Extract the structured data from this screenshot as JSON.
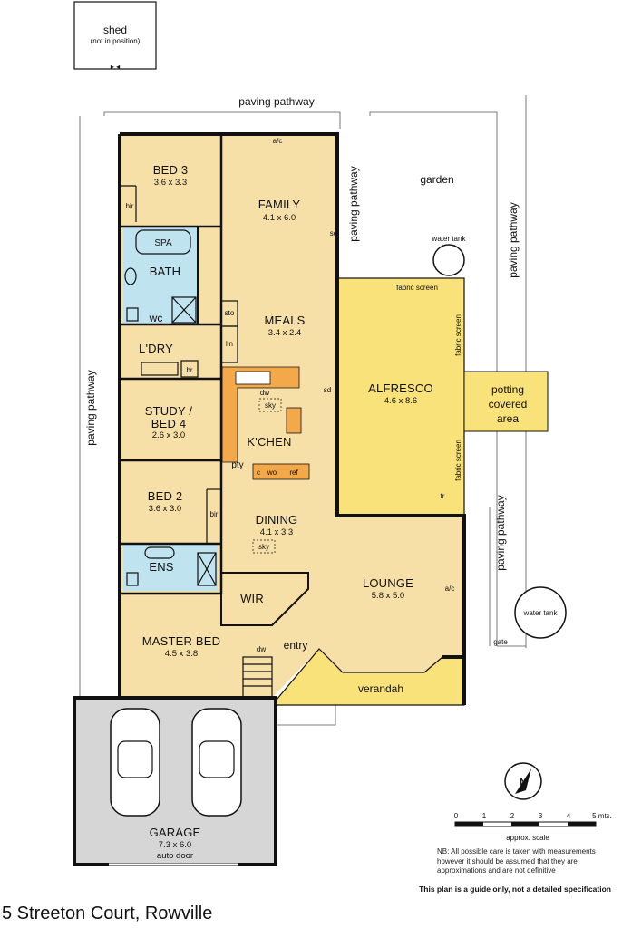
{
  "rooms": {
    "bed3": {
      "name": "BED 3",
      "dims": "3.6 x 3.3"
    },
    "family": {
      "name": "FAMILY",
      "dims": "4.1 x 6.0"
    },
    "bath": {
      "name": "BATH"
    },
    "spa": "SPA",
    "wc": "wc",
    "ldry": {
      "name": "L'DRY"
    },
    "study": {
      "line1": "STUDY /",
      "line2": "BED 4",
      "dims": "2.6 x 3.0"
    },
    "meals": {
      "name": "MEALS",
      "dims": "3.4 x 2.4"
    },
    "kitchen": {
      "name": "K'CHEN"
    },
    "alfresco": {
      "name": "ALFRESCO",
      "dims": "4.6 x 8.6"
    },
    "potting": {
      "line1": "potting",
      "line2": "covered",
      "line3": "area"
    },
    "bed2": {
      "name": "BED 2",
      "dims": "3.6 x 3.0"
    },
    "dining": {
      "name": "DINING",
      "dims": "4.1 x 3.3"
    },
    "ens": {
      "name": "ENS"
    },
    "wir": {
      "name": "WIR"
    },
    "lounge": {
      "name": "LOUNGE",
      "dims": "5.8 x 5.0"
    },
    "master": {
      "name": "MASTER BED",
      "dims": "4.5 x 3.8"
    },
    "entry": "entry",
    "verandah": "verandah",
    "garage": {
      "name": "GARAGE",
      "dims": "7.3 x 6.0",
      "door": "auto door"
    }
  },
  "fixtures": {
    "bir": "bir",
    "sto": "sto",
    "lin": "lin",
    "br": "br",
    "dw": "dw",
    "sky": "sky",
    "pty": "pty",
    "c": "c",
    "wo": "wo",
    "ref": "ref",
    "sd": "sd",
    "ac": "a/c",
    "tr": "tr",
    "fabric_screen": "fabric screen",
    "gate": "gate"
  },
  "outdoor": {
    "shed": "shed",
    "shed_note": "(not in position)",
    "paving_pathway": "paving pathway",
    "garden": "garden",
    "water_tank": "water tank"
  },
  "scale": {
    "ticks": [
      "0",
      "1",
      "2",
      "3",
      "4",
      "5 mts."
    ],
    "caption": "approx. scale"
  },
  "compass": "N",
  "disclaimer": {
    "nb": "NB:  All possible care is taken with measurements however it should be assumed that they are approximations and are not definitive",
    "guide": "This plan is a guide only, not a detailed specification"
  },
  "address": "5 Streeton Court, Rowville",
  "colors": {
    "interior": "#f7dfa8",
    "wet": "#bfe3ef",
    "alfresco": "#f9e27a",
    "kitchen_bench": "#f3a94a",
    "garage": "#d6d6d6"
  }
}
